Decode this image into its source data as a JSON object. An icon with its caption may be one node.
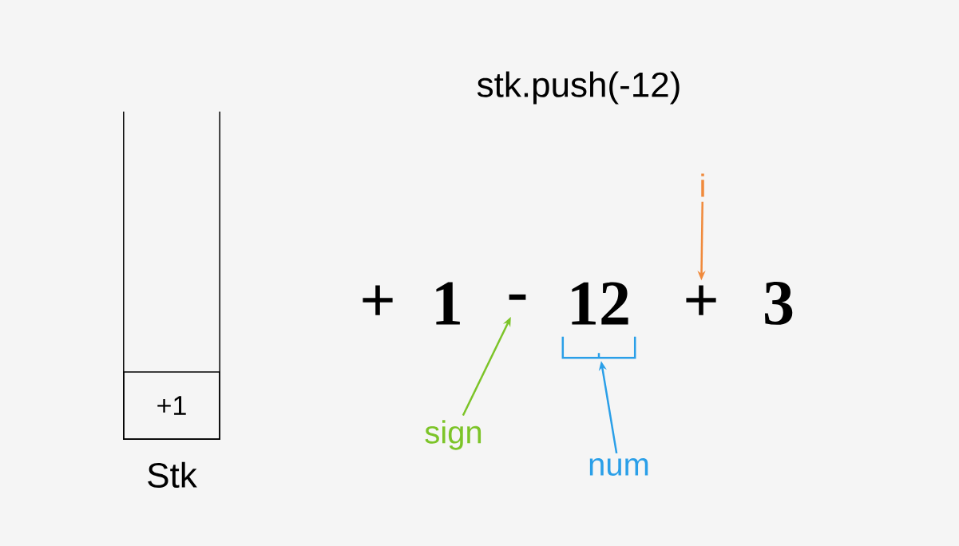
{
  "diagram": {
    "title": "stk.push(-12)",
    "nodes": [
      {
        "text": [],
        "shape": "box",
        "beside": [
          "Stk"
        ]
      },
      {
        "text": [
          "+1"
        ],
        "in": 0
      },
      {
        "text": [
          "+"
        ]
      },
      {
        "text": [
          "1"
        ]
      },
      {
        "text": [
          "-"
        ]
      },
      {
        "text": [
          "12"
        ]
      },
      {
        "text": [
          "+"
        ]
      },
      {
        "text": [
          "3"
        ]
      },
      {
        "text": [
          "i"
        ]
      },
      {
        "text": [
          "sign"
        ]
      },
      {
        "text": [],
        "shape": "bracket"
      },
      {
        "text": [
          "num"
        ]
      }
    ],
    "edges": [
      {
        "from": 8,
        "to": 6,
        "arrow": "to",
        "color": "#f08a3c"
      },
      {
        "from": 9,
        "to": 4,
        "arrow": "to",
        "color": "#7cc428"
      },
      {
        "from": 11,
        "to": 10,
        "arrow": "to",
        "color": "#2a9fe8"
      }
    ]
  }
}
